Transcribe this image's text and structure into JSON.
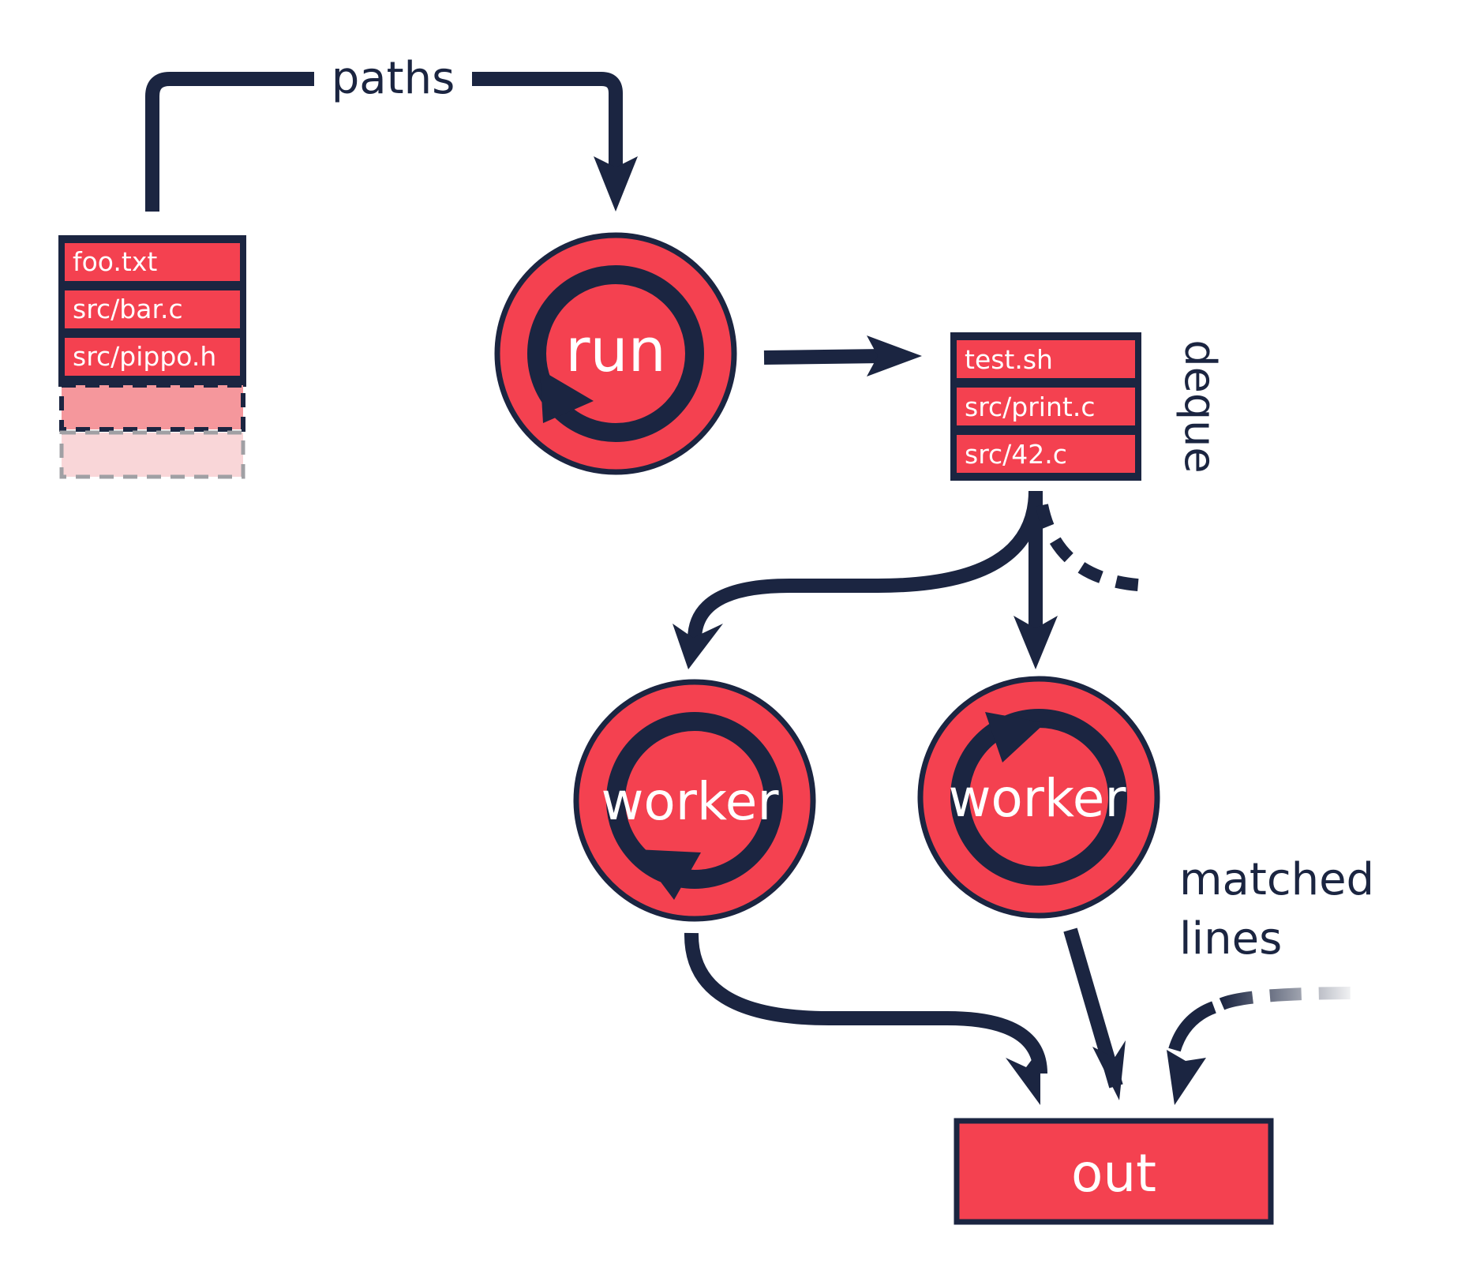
{
  "colors": {
    "navy": "#1b2541",
    "red": "#f44150",
    "pink": "#f5979c",
    "pale": "#f9d6d8",
    "gray": "#a0a0a4",
    "white": "#ffffff"
  },
  "labels": {
    "paths": "paths",
    "deque": "deque",
    "matched_lines": [
      "matched",
      "lines"
    ]
  },
  "paths_stack": {
    "items": [
      "foo.txt",
      "src/bar.c",
      "src/pippo.h"
    ]
  },
  "deque_stack": {
    "items": [
      "test.sh",
      "src/print.c",
      "src/42.c"
    ]
  },
  "nodes": {
    "run": "run",
    "worker_left": "worker",
    "worker_right": "worker",
    "out": "out"
  }
}
